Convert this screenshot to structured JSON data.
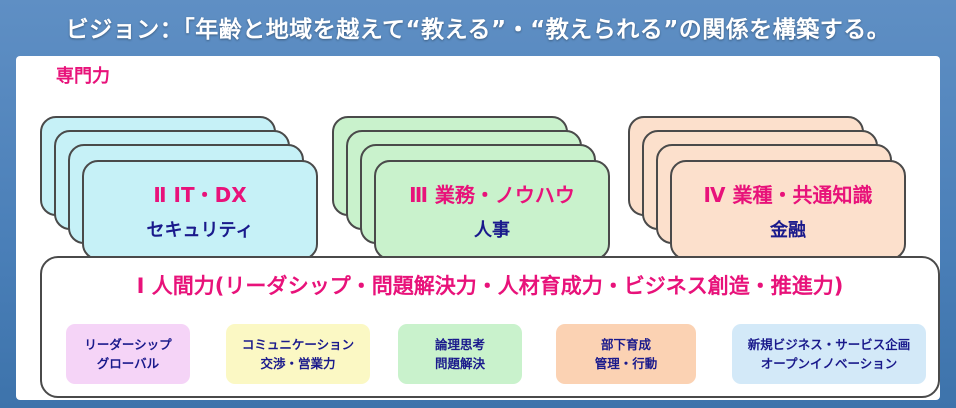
{
  "vision": {
    "title": "ビジョン：「年齢と地域を越えて“教える”・“教えられる”の関係を構築する。"
  },
  "expertise": {
    "label": "専門力",
    "cards": [
      {
        "title": "Ⅱ IT・DX",
        "sub": "セキュリティ",
        "color": "#c6f1f7"
      },
      {
        "title": "Ⅲ 業務・ノウハウ",
        "sub": "人事",
        "color": "#c9f2cc"
      },
      {
        "title": "Ⅳ 業種・共通知識",
        "sub": "金融",
        "color": "#fce0cc"
      }
    ]
  },
  "human": {
    "title": "Ⅰ 人間力(リーダシップ・問題解決力・人材育成力・ビジネス創造・推進力)",
    "chips": [
      {
        "line1": "リーダーシップ",
        "line2": "グローバル",
        "color": "#f5d4f7"
      },
      {
        "line1": "コミュニケーション",
        "line2": "交渉・営業力",
        "color": "#fbf8c4"
      },
      {
        "line1": "論理思考",
        "line2": "問題解決",
        "color": "#c9f2cc"
      },
      {
        "line1": "部下育成",
        "line2": "管理・行動",
        "color": "#fbd2b3"
      },
      {
        "line1": "新規ビジネス・サービス企画",
        "line2": "オープンイノベーション",
        "color": "#d3e9f8"
      }
    ]
  },
  "colors": {
    "accent_pink": "#e8127a",
    "text_navy": "#1a1a8c",
    "background_blue": "#4a7fb8"
  }
}
